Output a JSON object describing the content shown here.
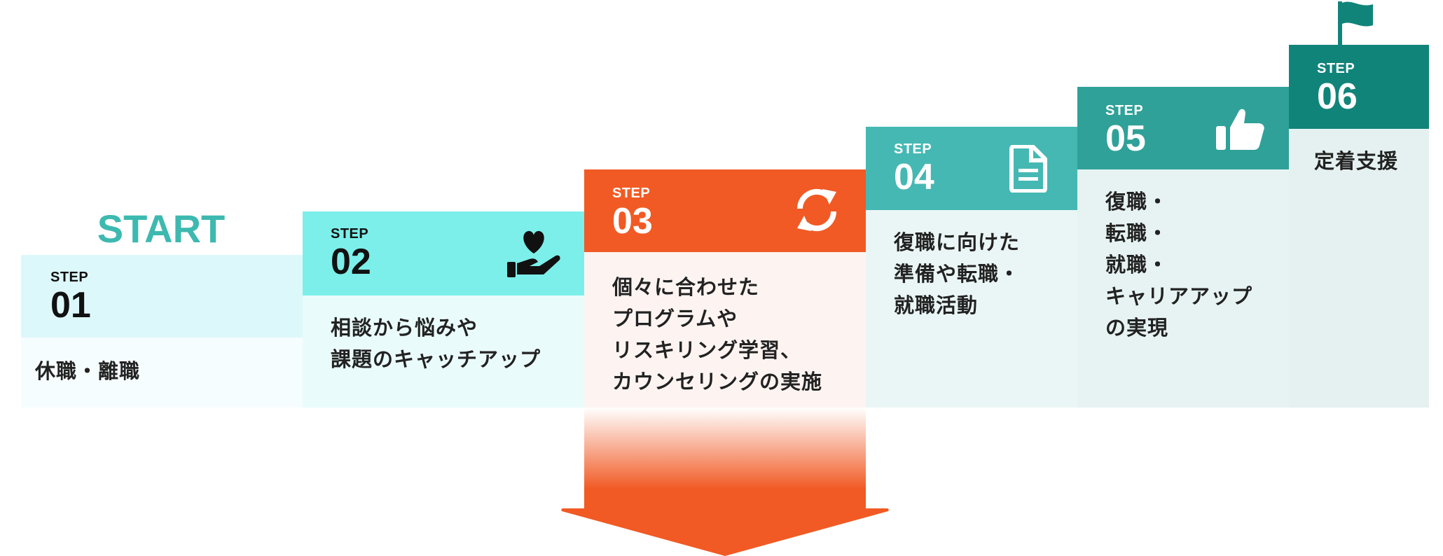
{
  "start_label": "START",
  "steps": [
    {
      "word": "STEP",
      "num": "01",
      "text": "休職・離職",
      "header_color": "#ddf8fa",
      "body_color": "#f6fdfe",
      "num_color": "#111111",
      "icon": ""
    },
    {
      "word": "STEP",
      "num": "02",
      "text": "相談から悩みや\n課題のキャッチアップ",
      "header_color": "#7cefea",
      "body_color": "#eafbfb",
      "num_color": "#111111",
      "icon": "heart-hand-icon"
    },
    {
      "word": "STEP",
      "num": "03",
      "text": "個々に合わせた\nプログラムや\nリスキリング学習、\nカウンセリングの実施",
      "header_color": "#f15a24",
      "body_color": "#fdf4f2",
      "num_color": "#ffffff",
      "icon": "refresh-icon"
    },
    {
      "word": "STEP",
      "num": "04",
      "text": "復職に向けた\n準備や転職・\n就職活動",
      "header_color": "#45b8b3",
      "body_color": "#eaf6f5",
      "num_color": "#ffffff",
      "icon": "document-icon"
    },
    {
      "word": "STEP",
      "num": "05",
      "text": "復職・\n転職・\n就職・\nキャリアアップ\nの実現",
      "header_color": "#2fa198",
      "body_color": "#e6f3f2",
      "num_color": "#ffffff",
      "icon": "thumbs-up-icon"
    },
    {
      "word": "STEP",
      "num": "06",
      "text": "定着支援",
      "header_color": "#11847a",
      "body_color": "#e4f1f0",
      "num_color": "#ffffff",
      "icon": "flag-icon"
    }
  ],
  "arrow_color": "#f15a24"
}
